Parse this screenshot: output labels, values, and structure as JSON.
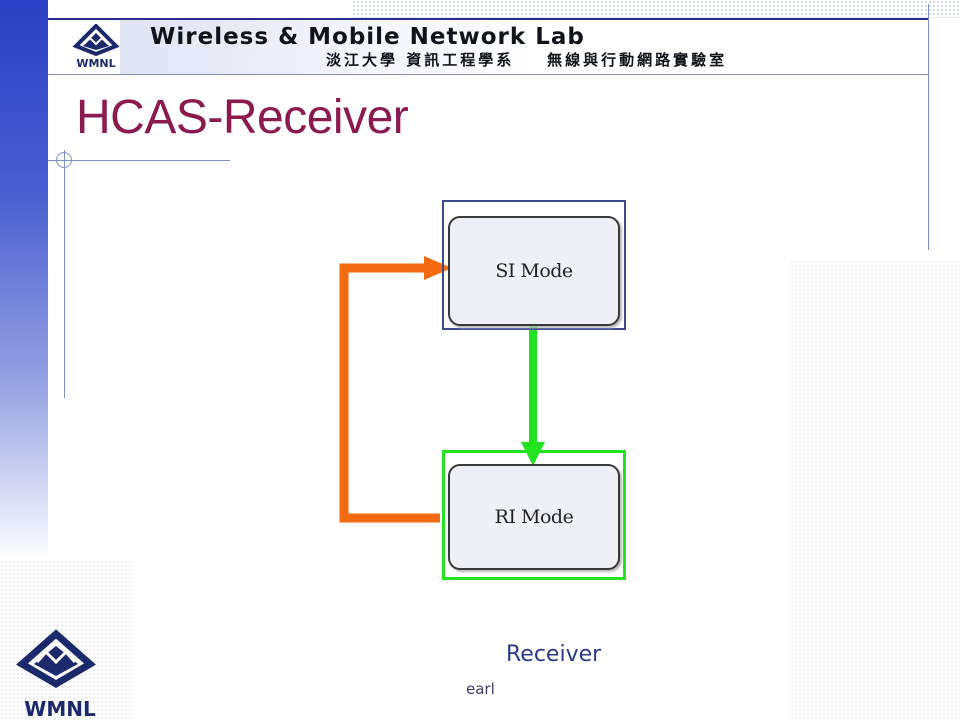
{
  "header": {
    "title": "Wireless & Mobile Network Lab",
    "subtitle": "淡江大學 資訊工程學系    無線與行動網路實驗室",
    "logo_text": "WMNL"
  },
  "slide": {
    "title": "HCAS-Receiver",
    "caption": "Receiver",
    "footer_author": "earl"
  },
  "diagram": {
    "nodes": [
      {
        "id": "si",
        "label": "SI Mode",
        "frame_color": "#3c4a8a"
      },
      {
        "id": "ri",
        "label": "RI Mode",
        "frame_color": "#22e322"
      }
    ],
    "edges": [
      {
        "from": "si",
        "to": "ri",
        "color": "#22e322"
      },
      {
        "from": "ri",
        "to": "si",
        "color": "#f26b10"
      }
    ]
  },
  "footer_logo": {
    "text": "WMNL"
  },
  "colors": {
    "title": "#8b1a4f",
    "caption": "#2b3a8c",
    "accent_bar": "#2a3fc4"
  }
}
